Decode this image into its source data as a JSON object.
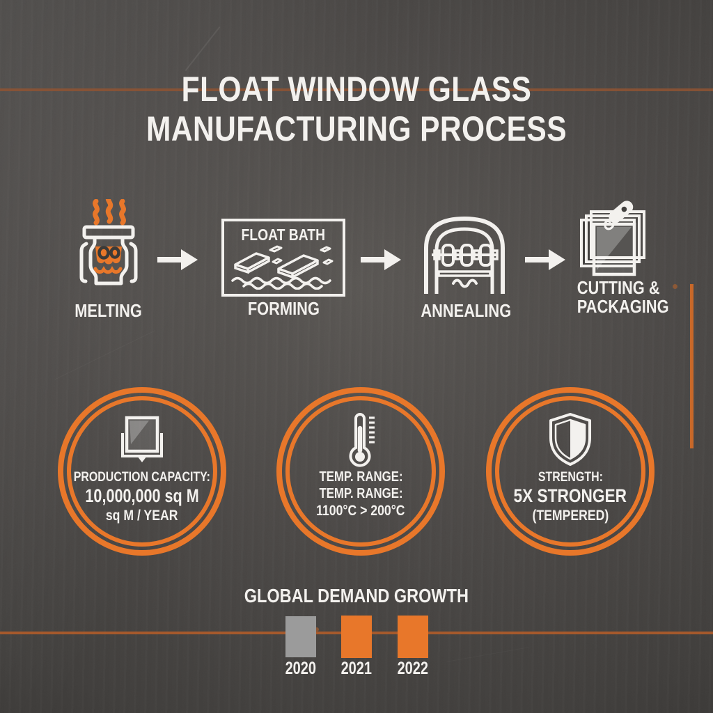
{
  "title": {
    "line1": "FLOAT WINDOW GLASS",
    "line2": "MANUFACTURING PROCESS"
  },
  "process": {
    "stages": [
      {
        "icon": "furnace-icon",
        "label": "MELTING"
      },
      {
        "icon": "float-bath-icon",
        "box_label": "FLOAT BATH",
        "label": "FORMING"
      },
      {
        "icon": "annealing-lehr-icon",
        "label": "ANNEALING"
      },
      {
        "icon": "glass-stack-cutter-icon",
        "label_line1": "CUTTING &",
        "label_line2": "PACKAGING"
      }
    ]
  },
  "badges": [
    {
      "icon": "glass-panel-icon",
      "line1": "PRODUCTION CAPACITY:",
      "line2": "10,000,000 sq M",
      "line3": "sq M / YEAR"
    },
    {
      "icon": "thermometer-icon",
      "line1": "TEMP. RANGE:",
      "line2": "TEMP. RANGE:",
      "line3": "1100°C > 200°C"
    },
    {
      "icon": "shield-icon",
      "line1": "STRENGTH:",
      "line2": "5X STRONGER",
      "line3": "(TEMPERED)"
    }
  ],
  "demand": {
    "title": "GLOBAL DEMAND GROWTH",
    "bars": [
      {
        "year": "2020",
        "color": "#9b9b9b"
      },
      {
        "year": "2021",
        "color": "#e8772a"
      },
      {
        "year": "2022",
        "color": "#e8772a"
      }
    ]
  },
  "chart_data": {
    "type": "bar",
    "title": "GLOBAL DEMAND GROWTH",
    "categories": [
      "2020",
      "2021",
      "2022"
    ],
    "values": [
      1,
      1,
      1
    ],
    "note": "qualitative equal-height bars; no numeric axis shown; 2020 gray, 2021 and 2022 orange"
  },
  "colors": {
    "accent": "#e8772a",
    "accentDull": "#8f5332",
    "accentLine": "#b05c2a",
    "accentVline": "#c86829",
    "barGray": "#9b9b9b",
    "ink": "#f3f1ee"
  }
}
